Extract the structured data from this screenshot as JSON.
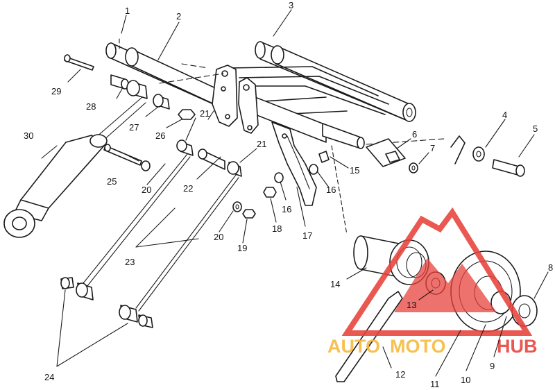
{
  "labels": [
    "1",
    "2",
    "3",
    "4",
    "5",
    "6",
    "7",
    "8",
    "9",
    "10",
    "11",
    "12",
    "13",
    "14",
    "15",
    "16",
    "16",
    "17",
    "18",
    "19",
    "20",
    "20",
    "21",
    "21",
    "22",
    "23",
    "24",
    "25",
    "26",
    "27",
    "28",
    "29",
    "30"
  ],
  "watermark": {
    "text_a": "AUTO",
    "text_b": "MOTO",
    "text_c": "HUB",
    "color_red": "#e8413b",
    "color_yellow": "#f5b93a"
  }
}
